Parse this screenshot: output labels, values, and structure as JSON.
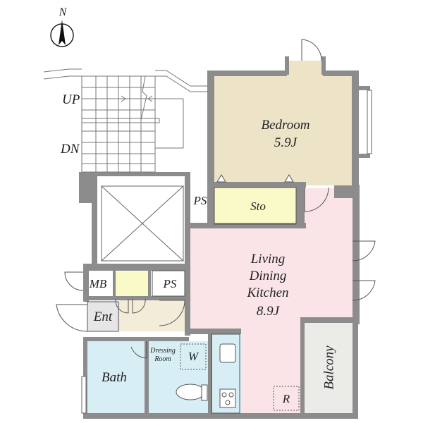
{
  "compass": {
    "label": "N"
  },
  "stairs": {
    "up": "UP",
    "down": "DN"
  },
  "rooms": {
    "bedroom": {
      "name": "Bedroom",
      "size": "5.9J"
    },
    "storage": "Sto",
    "ps_upper": "PS",
    "ps_lower": "PS",
    "mb": "MB",
    "ldk": {
      "line1": "Living",
      "line2": "Dining",
      "line3": "Kitchen",
      "size": "8.9J"
    },
    "entrance": "Ent",
    "dressing": {
      "line1": "Dressing",
      "line2": "Room"
    },
    "washer": "W",
    "bath": "Bath",
    "balcony": "Balcony",
    "refrigerator": "R"
  },
  "colors": {
    "bedroom": "#ede4c8",
    "storage": "#fafac8",
    "ldk": "#fbe4e7",
    "bath": "#d8eef5",
    "balcony": "#ebebe8",
    "entrance": "#e6e6e6",
    "hall": "#f3ecd8",
    "wall": "#8c8c8c"
  }
}
